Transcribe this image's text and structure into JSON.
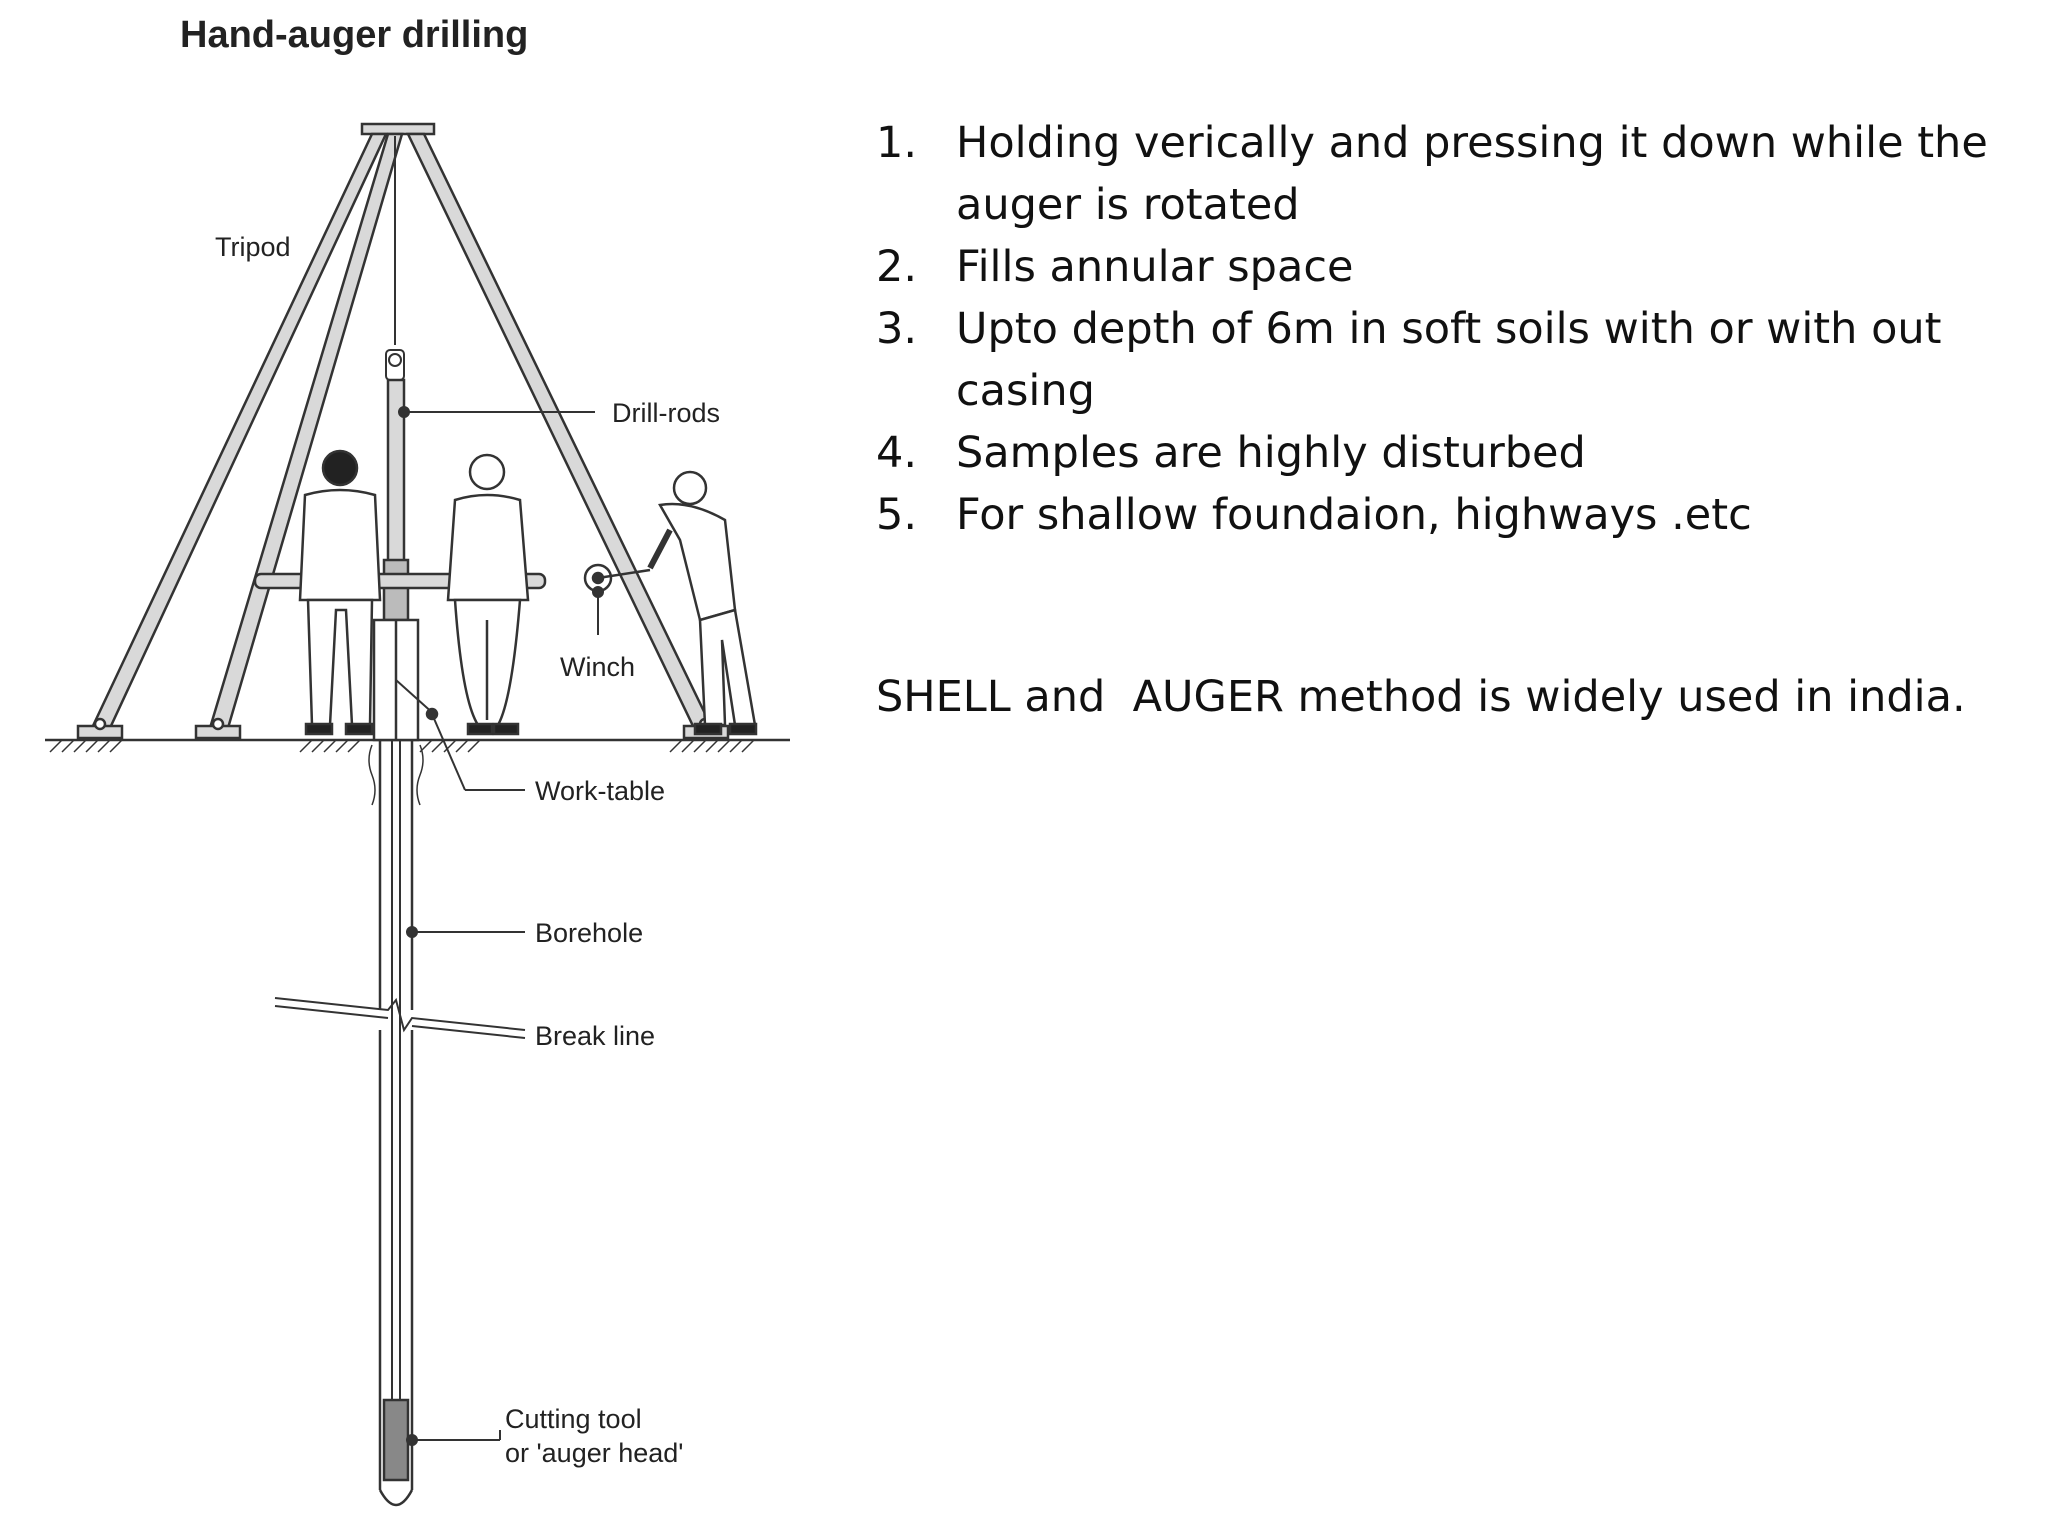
{
  "diagram": {
    "title": "Hand-auger drilling",
    "labels": {
      "tripod": "Tripod",
      "drill_rods": "Drill-rods",
      "winch": "Winch",
      "work_table": "Work-table",
      "borehole": "Borehole",
      "break_line": "Break line",
      "cutting_tool_line1": "Cutting tool",
      "cutting_tool_line2": "or 'auger head'"
    }
  },
  "points": [
    {
      "num": "1.",
      "text": "Holding verically and pressing it down while the auger is rotated"
    },
    {
      "num": "2.",
      "text": "Fills annular space"
    },
    {
      "num": "3.",
      "text": "Upto depth of 6m in soft soils with or with out casing"
    },
    {
      "num": "4.",
      "text": "Samples are highly disturbed"
    },
    {
      "num": "5.",
      "text": "For shallow foundaion, highways .etc"
    }
  ],
  "note": "SHELL and  AUGER method is widely used in india."
}
